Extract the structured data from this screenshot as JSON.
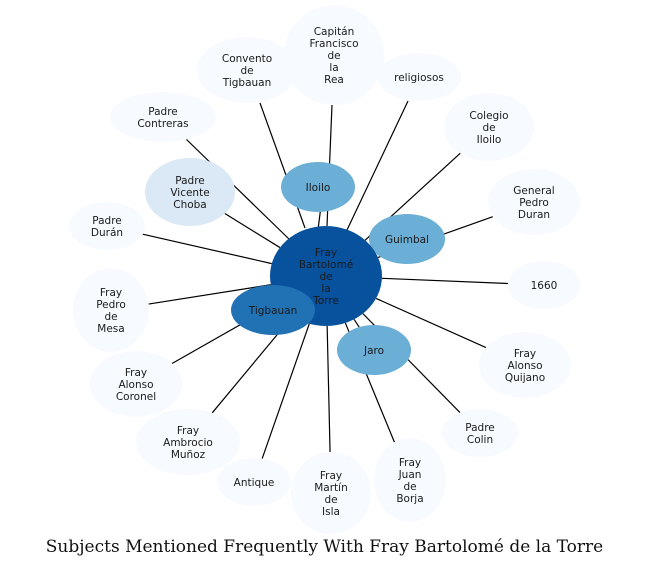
{
  "caption": "Subjects Mentioned Frequently With Fray Bartolomé de la Torre",
  "colors": {
    "edge": "#000000",
    "text": "#1a1a1a"
  },
  "nodes": {
    "center": {
      "lines": [
        "Fray",
        "Bartolomé",
        "de",
        "la",
        "Torre"
      ],
      "color": "#08519c"
    },
    "iloilo": {
      "lines": [
        "Iloilo"
      ],
      "color": "#6baed6"
    },
    "guimbal": {
      "lines": [
        "Guimbal"
      ],
      "color": "#6baed6"
    },
    "tigbauan": {
      "lines": [
        "Tigbauan"
      ],
      "color": "#2171b5"
    },
    "jaro": {
      "lines": [
        "Jaro"
      ],
      "color": "#6baed6"
    },
    "choba": {
      "lines": [
        "Padre",
        "Vicente",
        "Choba"
      ],
      "color": "#dbe9f6"
    },
    "capitan": {
      "lines": [
        "Capitán",
        "Francisco",
        "de",
        "la",
        "Rea"
      ],
      "color": "#f7fbff"
    },
    "convento": {
      "lines": [
        "Convento",
        "de",
        "Tigbauan"
      ],
      "color": "#f7fbff"
    },
    "religiosos": {
      "lines": [
        "religiosos"
      ],
      "color": "#f7fbff"
    },
    "colegio": {
      "lines": [
        "Colegio",
        "de",
        "Iloilo"
      ],
      "color": "#f7fbff"
    },
    "contreras": {
      "lines": [
        "Padre",
        "Contreras"
      ],
      "color": "#f7fbff"
    },
    "general": {
      "lines": [
        "General",
        "Pedro",
        "Duran"
      ],
      "color": "#f7fbff"
    },
    "duran": {
      "lines": [
        "Padre",
        "Durán"
      ],
      "color": "#f7fbff"
    },
    "n1660": {
      "lines": [
        "1660"
      ],
      "color": "#f7fbff"
    },
    "mesa": {
      "lines": [
        "Fray",
        "Pedro",
        "de",
        "Mesa"
      ],
      "color": "#f7fbff"
    },
    "quijano": {
      "lines": [
        "Fray",
        "Alonso",
        "Quijano"
      ],
      "color": "#f7fbff"
    },
    "coronel": {
      "lines": [
        "Fray",
        "Alonso",
        "Coronel"
      ],
      "color": "#f7fbff"
    },
    "colin": {
      "lines": [
        "Padre",
        "Colin"
      ],
      "color": "#f7fbff"
    },
    "ambrocio": {
      "lines": [
        "Fray",
        "Ambrocio",
        "Muñoz"
      ],
      "color": "#f7fbff"
    },
    "borja": {
      "lines": [
        "Fray",
        "Juan",
        "de",
        "Borja"
      ],
      "color": "#f7fbff"
    },
    "antique": {
      "lines": [
        "Antique"
      ],
      "color": "#f7fbff"
    },
    "isla": {
      "lines": [
        "Fray",
        "Martín",
        "de",
        "Isla"
      ],
      "color": "#f7fbff"
    }
  }
}
